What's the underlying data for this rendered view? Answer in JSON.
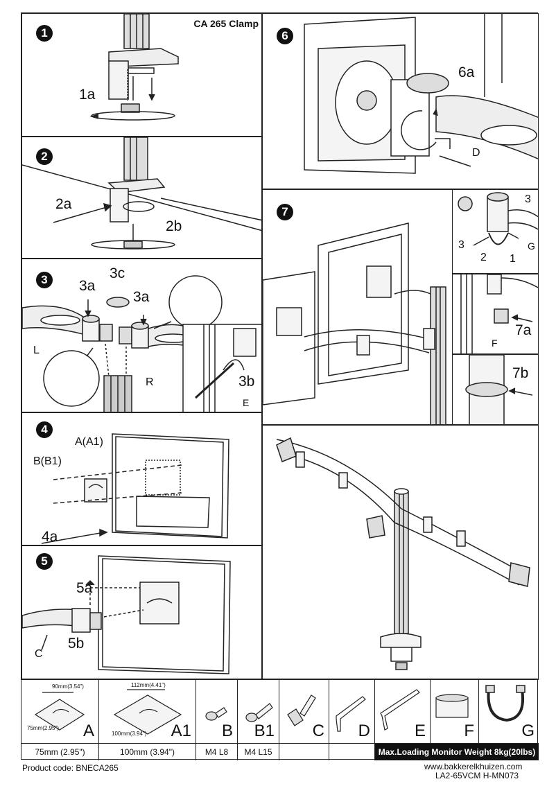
{
  "step1": {
    "number": "1",
    "title": "CA 265 Clamp",
    "label_1a": "1a"
  },
  "step2": {
    "number": "2",
    "label_2a": "2a",
    "label_2b": "2b"
  },
  "step3": {
    "number": "3",
    "label_3a_left": "3a",
    "label_3c": "3c",
    "label_3a_right": "3a",
    "label_L": "L",
    "label_R": "R",
    "label_3b": "3b",
    "label_E": "E"
  },
  "step4": {
    "number": "4",
    "label_A": "A(A1)",
    "label_B": "B(B1)",
    "label_4a": "4a"
  },
  "step5": {
    "number": "5",
    "label_5a": "5a",
    "label_5b": "5b",
    "label_C": "C"
  },
  "step6": {
    "number": "6",
    "label_6a": "6a",
    "label_D": "D"
  },
  "step7": {
    "number": "7",
    "label_3_top": "3",
    "label_3_left": "3",
    "label_G": "G",
    "label_2": "2",
    "label_1": "1",
    "label_7a": "7a",
    "label_F": "F",
    "label_7b": "7b"
  },
  "parts": [
    {
      "letter": "A",
      "dim_top": "90mm(3.54\")",
      "dim_side": "75mm(2.95\")",
      "spec": "75mm (2.95\")"
    },
    {
      "letter": "A1",
      "dim_top": "112mm(4.41\")",
      "dim_side": "100mm(3.94\")",
      "spec": "100mm (3.94\")"
    },
    {
      "letter": "B",
      "spec": "M4 L8"
    },
    {
      "letter": "B1",
      "spec": "M4 L15"
    },
    {
      "letter": "C",
      "spec": ""
    },
    {
      "letter": "D",
      "spec": ""
    },
    {
      "letter": "E",
      "spec": ""
    },
    {
      "letter": "F",
      "spec": ""
    },
    {
      "letter": "G",
      "spec": ""
    }
  ],
  "max_loading": "Max.Loading Monitor Weight 8kg(20lbs)",
  "footer": {
    "product_code": "Product code: BNECA265",
    "website": "www.bakkerelkhuizen.com",
    "model": "LA2-65VCM  H-MN073"
  }
}
